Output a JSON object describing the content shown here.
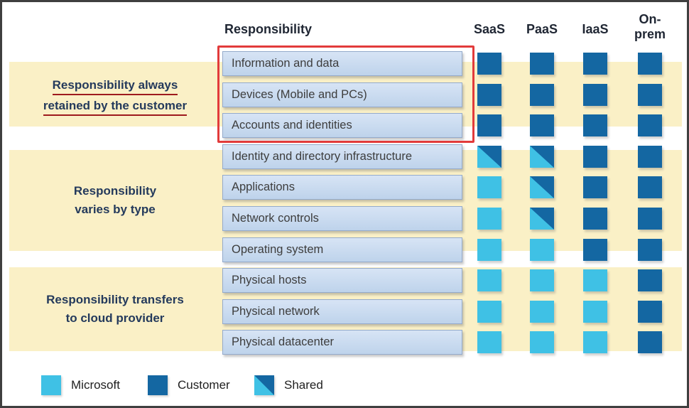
{
  "header": {
    "responsibility_label": "Responsibility",
    "columns": [
      "SaaS",
      "PaaS",
      "IaaS",
      "On-prem"
    ]
  },
  "groups": [
    {
      "lines": [
        "Responsibility always",
        "retained by the customer"
      ],
      "underlined": true
    },
    {
      "lines": [
        "Responsibility",
        "varies by type"
      ],
      "underlined": false
    },
    {
      "lines": [
        "Responsibility transfers",
        "to cloud provider"
      ],
      "underlined": false
    }
  ],
  "rows": [
    {
      "label": "Information and data",
      "cells": [
        "customer",
        "customer",
        "customer",
        "customer"
      ]
    },
    {
      "label": "Devices (Mobile and PCs)",
      "cells": [
        "customer",
        "customer",
        "customer",
        "customer"
      ]
    },
    {
      "label": "Accounts and identities",
      "cells": [
        "customer",
        "customer",
        "customer",
        "customer"
      ]
    },
    {
      "label": "Identity and directory infrastructure",
      "cells": [
        "shared",
        "shared",
        "customer",
        "customer"
      ]
    },
    {
      "label": "Applications",
      "cells": [
        "microsoft",
        "shared",
        "customer",
        "customer"
      ]
    },
    {
      "label": "Network controls",
      "cells": [
        "microsoft",
        "shared",
        "customer",
        "customer"
      ]
    },
    {
      "label": "Operating system",
      "cells": [
        "microsoft",
        "microsoft",
        "customer",
        "customer"
      ]
    },
    {
      "label": "Physical hosts",
      "cells": [
        "microsoft",
        "microsoft",
        "microsoft",
        "customer"
      ]
    },
    {
      "label": "Physical network",
      "cells": [
        "microsoft",
        "microsoft",
        "microsoft",
        "customer"
      ]
    },
    {
      "label": "Physical datacenter",
      "cells": [
        "microsoft",
        "microsoft",
        "microsoft",
        "customer"
      ]
    }
  ],
  "legend": [
    {
      "label": "Microsoft",
      "type": "microsoft"
    },
    {
      "label": "Customer",
      "type": "customer"
    },
    {
      "label": "Shared",
      "type": "shared"
    }
  ],
  "colors": {
    "customer_blue": "#1467A2",
    "microsoft_cyan": "#3FC1E5",
    "band_yellow": "#FAF0C6",
    "row_box_blue": "#C6D9EF",
    "highlight_red": "#E23B3B",
    "underline_red": "#9E1A1D"
  }
}
